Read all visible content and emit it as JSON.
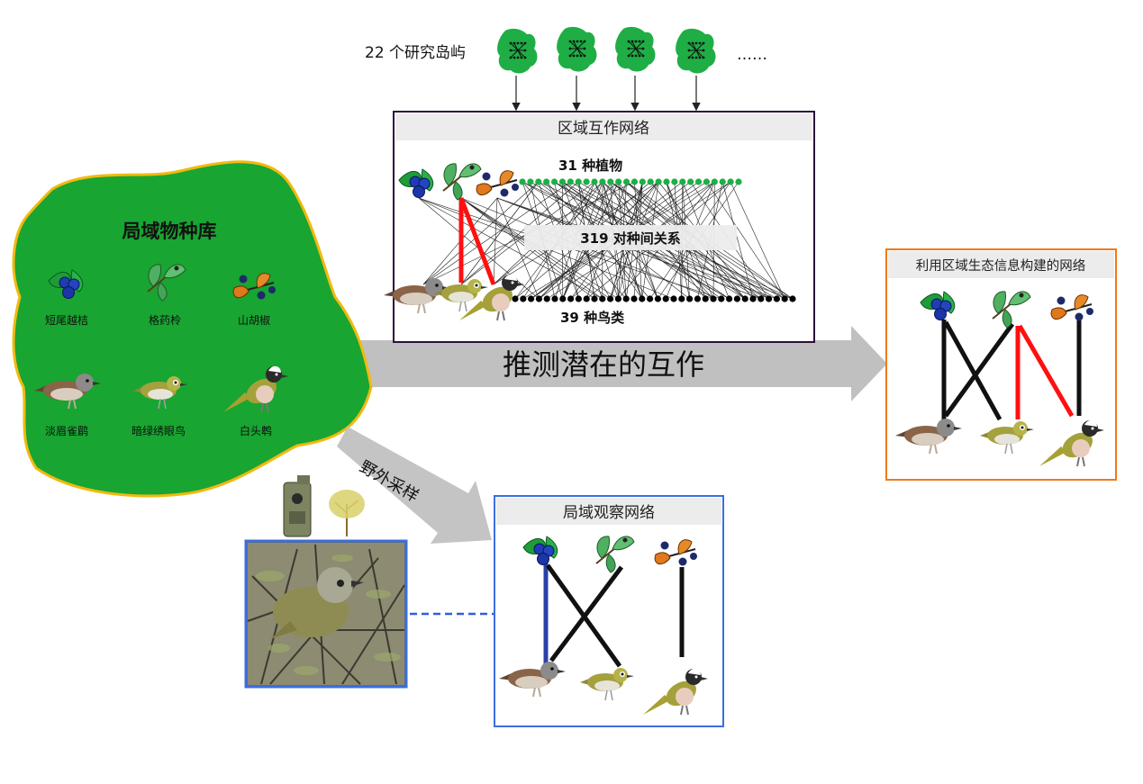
{
  "islands": {
    "label": "22 个研究岛屿",
    "ellipsis": "……"
  },
  "regional_network": {
    "title": "区域互作网络",
    "plants_label": "31 种植物",
    "relations_label": "319 对种间关系",
    "birds_label": "39 种鸟类",
    "plant_count": 31,
    "bird_count": 39
  },
  "species_pool": {
    "title": "局域物种库",
    "plants": [
      "短尾越桔",
      "格药柃",
      "山胡椒"
    ],
    "birds": [
      "淡眉雀鹛",
      "暗绿绣眼鸟",
      "白头鹎"
    ]
  },
  "inference_arrow": {
    "label": "推测潜在的互作"
  },
  "field_arrow": {
    "label": "野外采样"
  },
  "local_network": {
    "title": "局域观察网络"
  },
  "inferred_network": {
    "title": "利用区域生态信息构建的网络"
  },
  "colors": {
    "pool_fill": "#18a531",
    "pool_border": "#f2b90f",
    "island_fill": "#1fae46",
    "plant_node": "#1fae46",
    "bird_node": "#000000",
    "highlight_link": "#ff1010",
    "observed_box": "#3a6fe0",
    "inferred_box": "#ef7a1a",
    "regional_box": "#2b1038",
    "big_arrow": "#c0c0c0"
  }
}
